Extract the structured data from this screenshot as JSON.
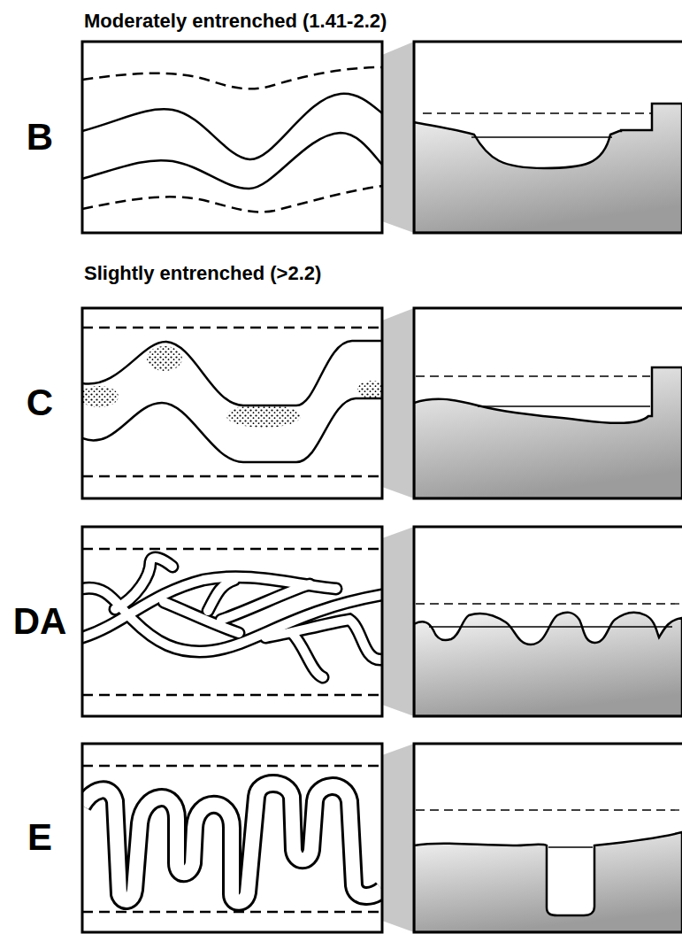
{
  "diagram": {
    "labels": [
      "Moderately entrenched (1.41-2.2)",
      "B",
      "Slightly entrenched (>2.2)",
      "C",
      "DA",
      "E"
    ]
  }
}
